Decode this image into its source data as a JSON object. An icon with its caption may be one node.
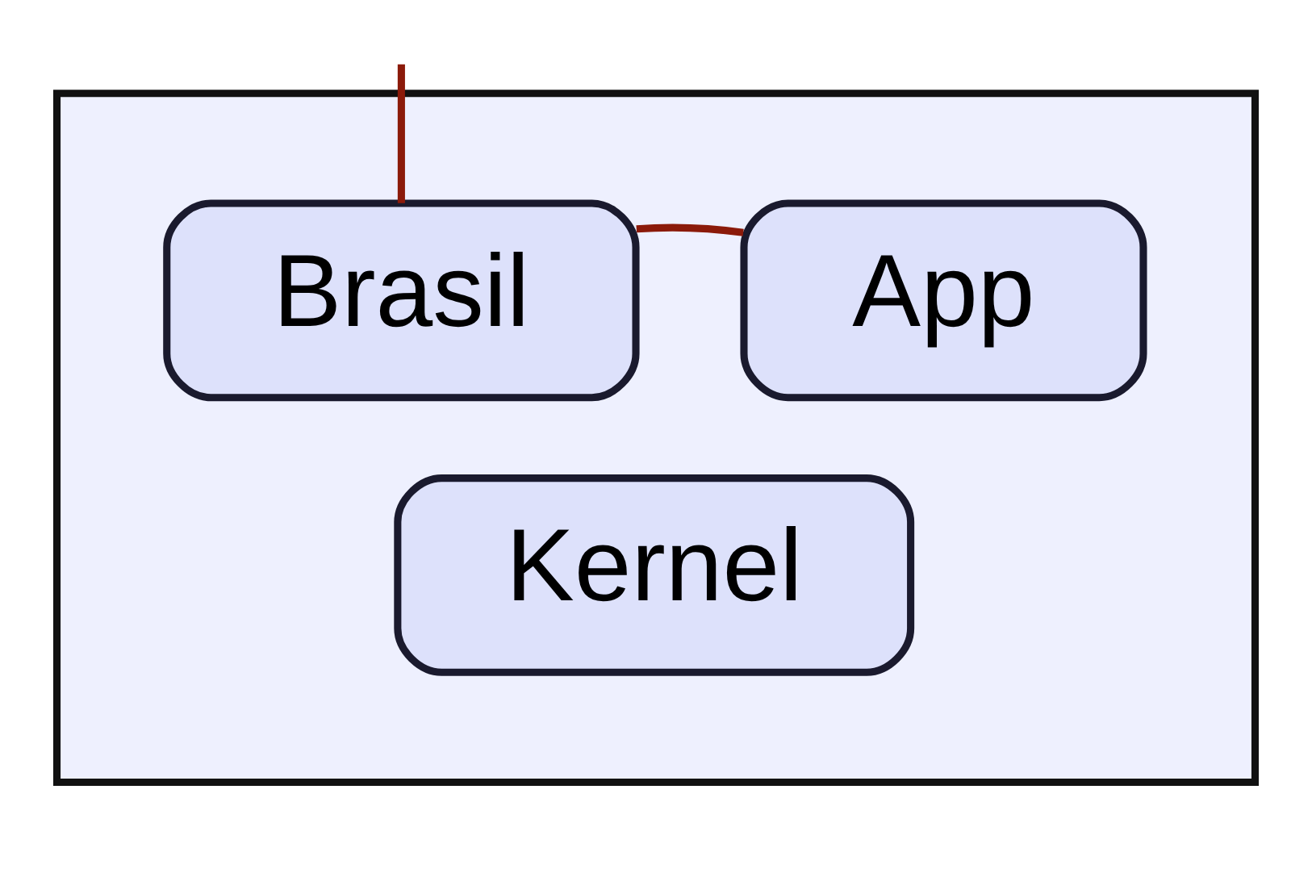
{
  "diagram": {
    "nodes": [
      {
        "text": [],
        "shape": "box"
      },
      {
        "text": [
          "Brasil"
        ],
        "in": 0
      },
      {
        "text": [
          "App"
        ],
        "in": 0
      },
      {
        "text": [
          "Kernel"
        ],
        "in": 0
      }
    ],
    "edges": [
      {
        "from": null,
        "to": 1,
        "arrow": "none",
        "color": "#8b1a0a"
      },
      {
        "from": 1,
        "to": 2,
        "arrow": "none",
        "color": "#8b1a0a"
      }
    ]
  }
}
